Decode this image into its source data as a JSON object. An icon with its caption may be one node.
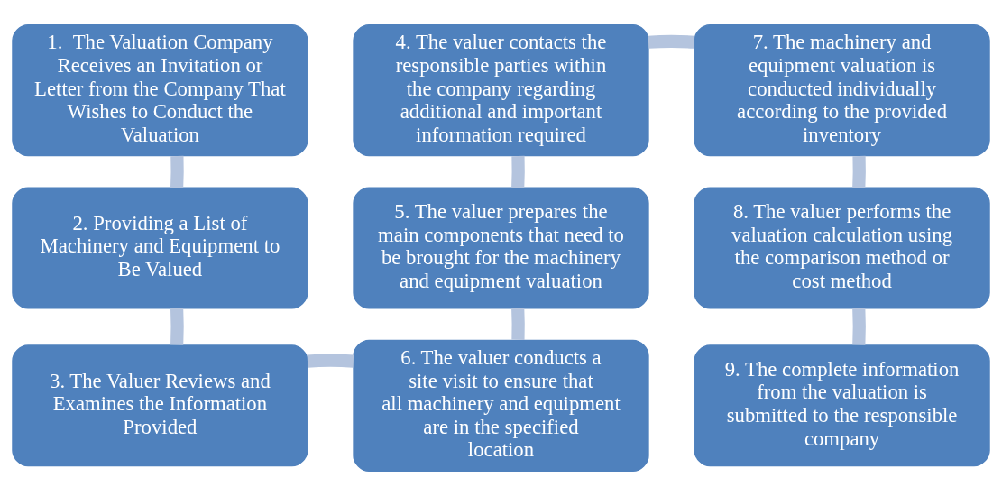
{
  "diagram": {
    "nodes": [
      {
        "text": [
          "1.  The Valuation Company Receives an Invitation or Letter from the Company That Wishes to Conduct the Valuation"
        ]
      },
      {
        "text": [
          "2. Providing a List of Machinery and Equipment to Be Valued"
        ]
      },
      {
        "text": [
          "3. The Valuer Reviews and Examines the Information Provided"
        ]
      },
      {
        "text": [
          "4. The valuer contacts the responsible parties within the company regarding additional and important information required"
        ]
      },
      {
        "text": [
          "5. The valuer prepares the main components that need to be brought for the machinery and equipment valuation"
        ]
      },
      {
        "text": [
          "6. The valuer conducts a site visit to ensure that all machinery and equipment are in the specified location"
        ]
      },
      {
        "text": [
          "7. The machinery and equipment valuation is conducted individually according to the provided inventory"
        ]
      },
      {
        "text": [
          "8. The valuer performs the valuation calculation using the comparison method or cost method"
        ]
      },
      {
        "text": [
          "9. The complete information from the valuation is submitted to the responsible company"
        ]
      }
    ],
    "edges": [
      {
        "from": 0,
        "to": 1,
        "arrow": "none"
      },
      {
        "from": 1,
        "to": 2,
        "arrow": "none"
      },
      {
        "from": 2,
        "to": 5,
        "arrow": "none"
      },
      {
        "from": 5,
        "to": 4,
        "arrow": "none"
      },
      {
        "from": 4,
        "to": 3,
        "arrow": "none"
      },
      {
        "from": 3,
        "to": 6,
        "arrow": "none"
      },
      {
        "from": 6,
        "to": 7,
        "arrow": "none"
      },
      {
        "from": 7,
        "to": 8,
        "arrow": "none"
      }
    ]
  }
}
